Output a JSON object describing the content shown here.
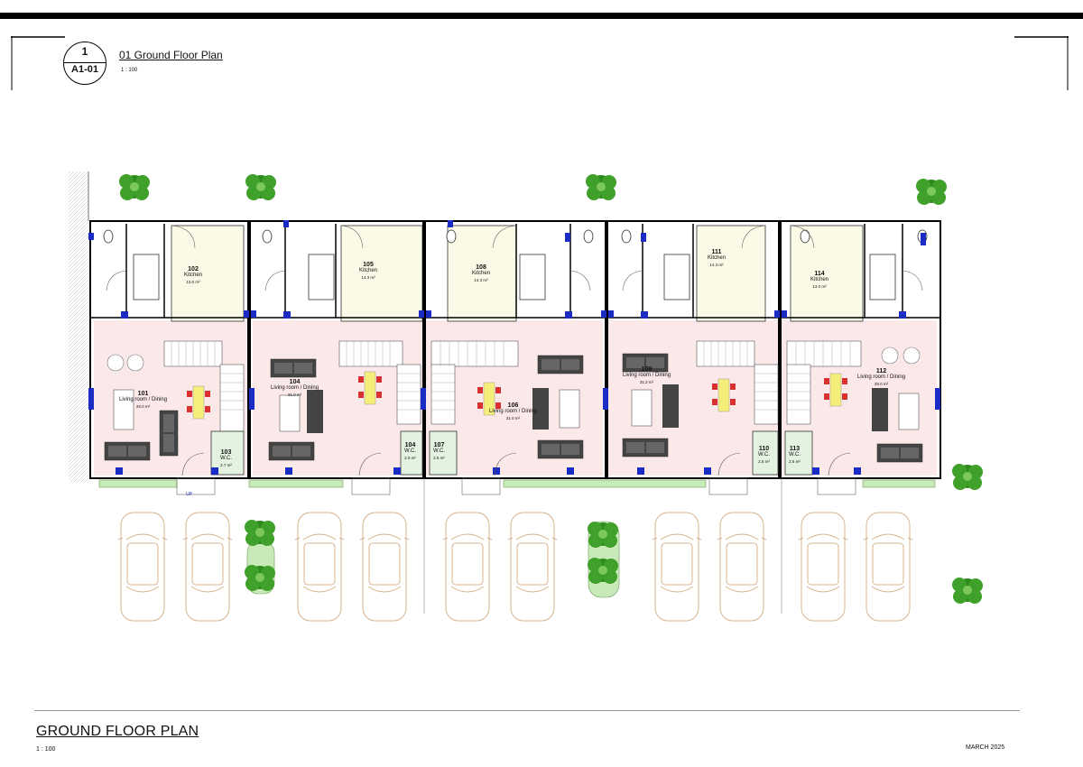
{
  "view_tag": {
    "number": "1",
    "sheet": "A1-01"
  },
  "view": {
    "title": "01 Ground Floor Plan",
    "scale": "1 : 100"
  },
  "rooms": [
    {
      "number": "101",
      "name": "Living room / Dining",
      "area": "28.0 m²"
    },
    {
      "number": "102",
      "name": "Kitchen",
      "area": "13.0 m²"
    },
    {
      "number": "103",
      "name": "W.C.",
      "area": "2.7 m²"
    },
    {
      "number": "104",
      "name": "Living room / Dining",
      "area": "31.0 m²"
    },
    {
      "number": "105",
      "name": "Kitchen",
      "area": "14.3 m²"
    },
    {
      "number": "104",
      "name": "W.C.",
      "area": "2.0 m²"
    },
    {
      "number": "107",
      "name": "W.C.",
      "area": "2.5 m²"
    },
    {
      "number": "108",
      "name": "Kitchen",
      "area": "14.3 m²"
    },
    {
      "number": "106",
      "name": "Living room / Dining",
      "area": "31.0 m²"
    },
    {
      "number": "109",
      "name": "Living room / Dining",
      "area": "31.2 m²"
    },
    {
      "number": "111",
      "name": "Kitchen",
      "area": "14.3 m²"
    },
    {
      "number": "110",
      "name": "W.C.",
      "area": "2.5 m²"
    },
    {
      "number": "113",
      "name": "W.C.",
      "area": "2.6 m²"
    },
    {
      "number": "114",
      "name": "Kitchen",
      "area": "13.0 m²"
    },
    {
      "number": "112",
      "name": "Living room / Dining",
      "area": "28.0 m²"
    }
  ],
  "stair_mark": "UP",
  "footer": {
    "title": "GROUND FLOOR PLAN",
    "scale": "1 : 100",
    "date": "MARCH 2025"
  }
}
